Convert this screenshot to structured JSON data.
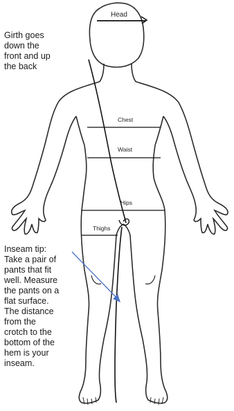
{
  "labels": {
    "head": "Head",
    "chest": "Chest",
    "waist": "Waist",
    "hips": "Hips",
    "thighs": "Thighs"
  },
  "notes": {
    "girth": [
      "Girth goes",
      "down the",
      "front and up",
      "the back"
    ],
    "inseam": [
      "Inseam tip:",
      "Take a pair of",
      "pants that fit",
      "well. Measure",
      "the pants on a",
      "flat surface.",
      "The distance",
      "from the",
      "crotch to the",
      "bottom of the",
      "hem is your",
      "inseam."
    ]
  },
  "colors": {
    "outline": "#2b2b2b",
    "measure_line": "#111111",
    "arrow": "#4a72c4",
    "text": "#1a1a1a"
  }
}
